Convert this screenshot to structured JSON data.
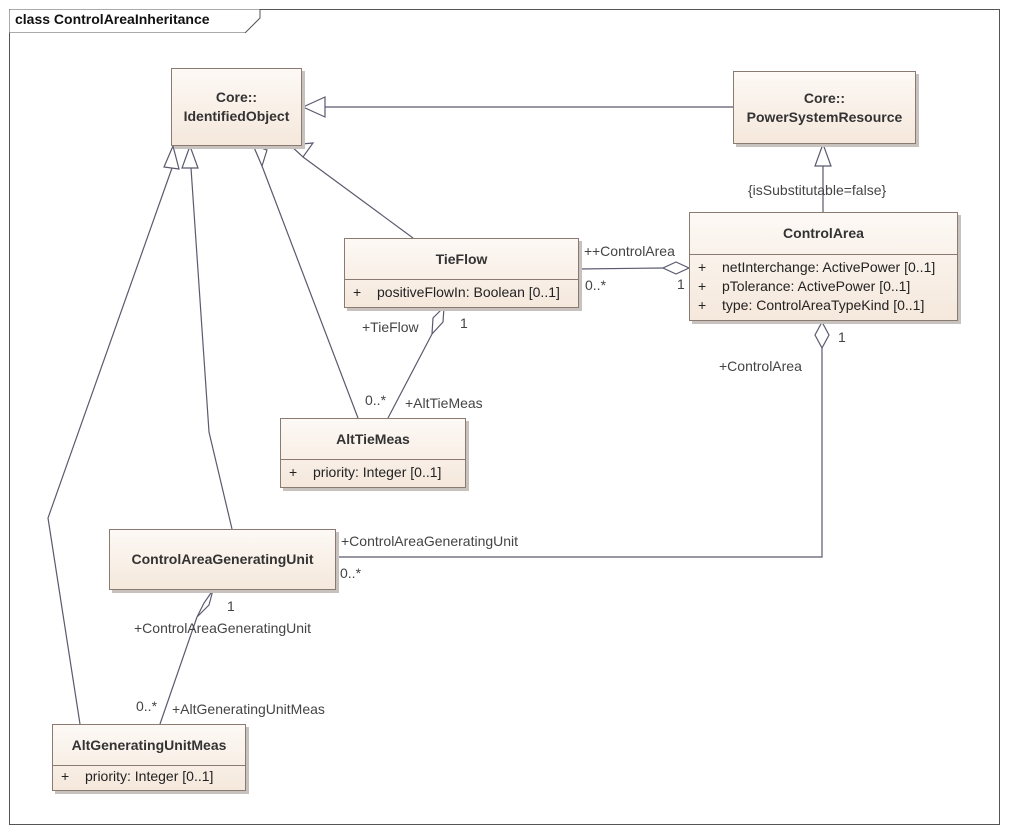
{
  "diagram": {
    "title": "class ControlAreaInheritance"
  },
  "classes": {
    "identified_object": {
      "package": "Core::",
      "name": "IdentifiedObject"
    },
    "power_system_resource": {
      "package": "Core::",
      "name": "PowerSystemResource"
    },
    "tie_flow": {
      "name": "TieFlow",
      "attributes": [
        {
          "visibility": "+",
          "text": "positiveFlowIn: Boolean [0..1]"
        }
      ]
    },
    "control_area": {
      "name": "ControlArea",
      "attributes": [
        {
          "visibility": "+",
          "text": "netInterchange: ActivePower [0..1]"
        },
        {
          "visibility": "+",
          "text": "pTolerance: ActivePower [0..1]"
        },
        {
          "visibility": "+",
          "text": "type: ControlAreaTypeKind [0..1]"
        }
      ]
    },
    "alt_tie_meas": {
      "name": "AltTieMeas",
      "attributes": [
        {
          "visibility": "+",
          "text": "priority: Integer [0..1]"
        }
      ]
    },
    "control_area_generating_unit": {
      "name": "ControlAreaGeneratingUnit"
    },
    "alt_generating_unit_meas": {
      "name": "AltGeneratingUnitMeas",
      "attributes": [
        {
          "visibility": "+",
          "text": "priority: Integer [0..1]"
        }
      ]
    }
  },
  "constraints": {
    "control_area_generalization": "{isSubstitutable=false}"
  },
  "associations": {
    "tieflow_controlarea": {
      "role_at_control_area": "+ControlArea",
      "mult_at_tieflow": "0..*",
      "mult_at_control_area": "1",
      "plus_marker": "+"
    },
    "tieflow_alttiemeas": {
      "role_at_tieflow": "+TieFlow",
      "mult_at_tieflow": "1",
      "mult_at_alttiemeas": "0..*",
      "role_at_alttiemeas": "+AltTieMeas"
    },
    "controlarea_cagu": {
      "mult_at_control_area": "1",
      "role_at_control_area": "+ControlArea",
      "role_at_cagu": "+ControlAreaGeneratingUnit",
      "mult_at_cagu": "0..*"
    },
    "cagu_altgenmeas": {
      "mult_at_cagu": "1",
      "role_at_cagu": "+ControlAreaGeneratingUnit",
      "mult_at_altgenmeas": "0..*",
      "role_at_altgenmeas": "+AltGeneratingUnitMeas"
    }
  },
  "colors": {
    "line": "#5a5a6e",
    "class_border": "#8b7a72",
    "class_fill_top": "#fdf9f5",
    "class_fill_bottom": "#f5e8dc"
  }
}
